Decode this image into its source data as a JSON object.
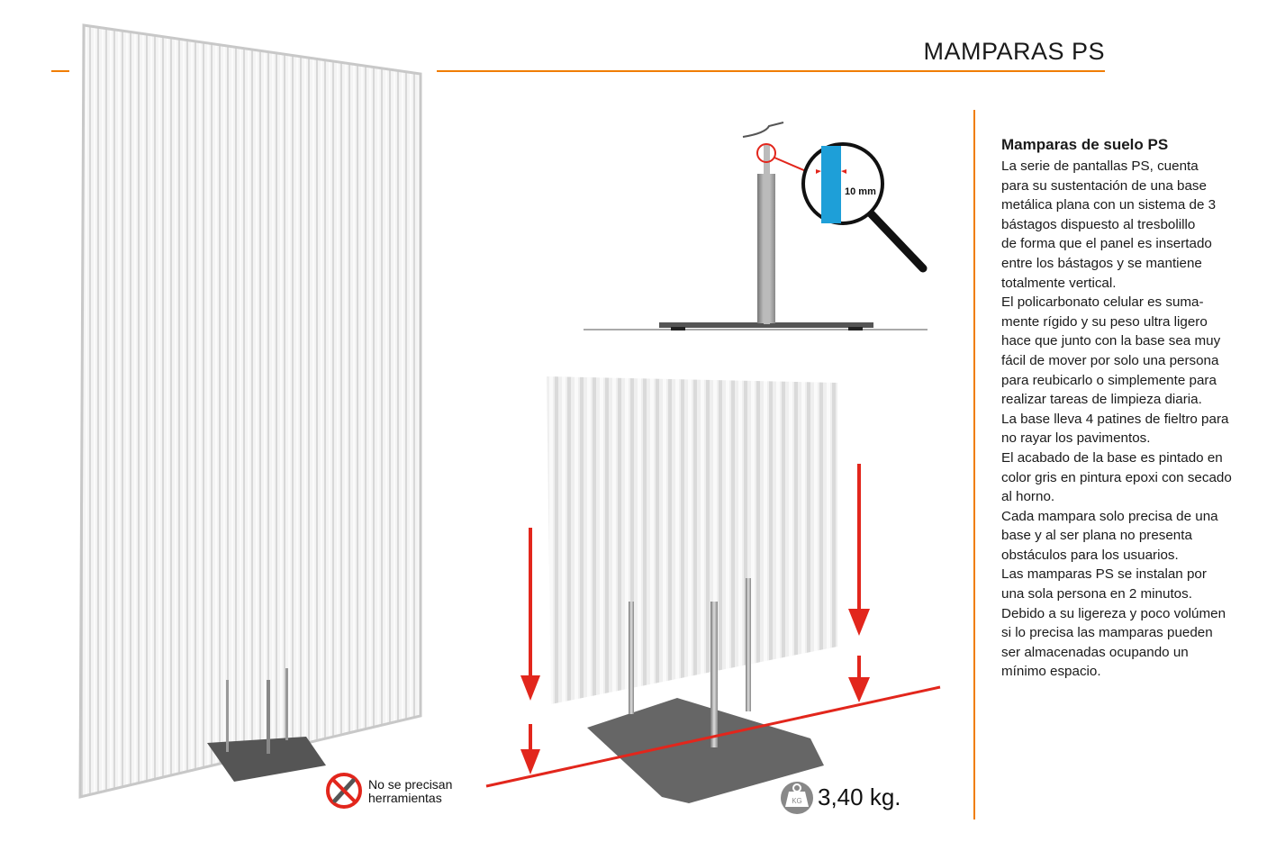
{
  "header": {
    "title": "MAMPARAS PS"
  },
  "description": {
    "heading": "Mamparas de suelo PS",
    "lines": [
      "La serie de pantallas PS, cuenta",
      "para su sustentación de una base",
      "metálica plana con un sistema de 3",
      "bástagos dispuesto al tresbolillo",
      "de forma que el panel es insertado",
      "entre los bástagos y se mantiene",
      "totalmente vertical.",
      "El policarbonato celular es suma-",
      "mente rígido y su peso ultra ligero",
      "hace que junto con la base sea muy",
      "fácil de mover por solo una persona",
      "para reubicarlo o simplemente para",
      "realizar tareas de limpieza diaria.",
      "La base lleva 4 patines de fieltro para",
      "no rayar los pavimentos.",
      "El acabado de la base es pintado en",
      "color gris en pintura epoxi con secado",
      "al horno.",
      "Cada mampara solo precisa de una",
      "base y al ser plana no presenta",
      "obstáculos para los usuarios.",
      "Las mamparas PS se instalan por",
      "una sola persona en 2 minutos.",
      "Debido a su ligereza y poco volúmen",
      "si lo precisa las mamparas pueden",
      "ser almacenadas ocupando un",
      "mínimo espacio."
    ]
  },
  "detail": {
    "thickness_label": "10 mm"
  },
  "badges": {
    "no_tools_line1": "No se precisan",
    "no_tools_line2": "herramientas",
    "weight_icon_label": "KG",
    "weight": "3,40 kg."
  },
  "colors": {
    "accent": "#f07d00",
    "arrow": "#e2261c",
    "base": "#666666",
    "detail_blue": "#1e9fd8"
  }
}
